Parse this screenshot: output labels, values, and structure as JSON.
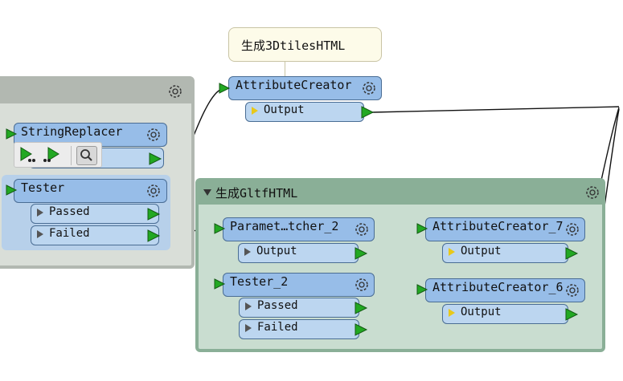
{
  "bookmarks": {
    "left": {
      "title": "",
      "gear_icon": "gear-icon"
    },
    "gltf": {
      "title": "生成GltfHTML",
      "collapse_icon": "triangle-down-icon",
      "gear_icon": "gear-icon"
    }
  },
  "comment": {
    "text": "生成3DtilesHTML"
  },
  "nodes": {
    "string_replacer": {
      "label": "StringReplacer",
      "output_label": ""
    },
    "tester": {
      "label": "Tester",
      "passed_label": "Passed",
      "failed_label": "Failed"
    },
    "attribute_creator": {
      "label": "AttributeCreator",
      "output_label": "Output"
    },
    "parameter_fetcher_2": {
      "label": "Paramet…tcher_2",
      "output_label": "Output"
    },
    "tester_2": {
      "label": "Tester_2",
      "passed_label": "Passed",
      "failed_label": "Failed"
    },
    "attribute_creator_7": {
      "label": "AttributeCreator_7",
      "output_label": "Output"
    },
    "attribute_creator_6": {
      "label": "AttributeCreator_6",
      "output_label": "Output"
    }
  },
  "toolbar": {
    "run_to_this_icon": "run-to-this-icon",
    "run_from_this_icon": "run-from-this-icon",
    "inspect_icon": "magnifier-icon"
  },
  "colors": {
    "node_fill": "#97bde8",
    "port_fill": "#bcd6f0",
    "port_arrow": "#22a822",
    "grey_bookmark": "#b2b8b1",
    "green_bookmark": "#8aaf97"
  }
}
